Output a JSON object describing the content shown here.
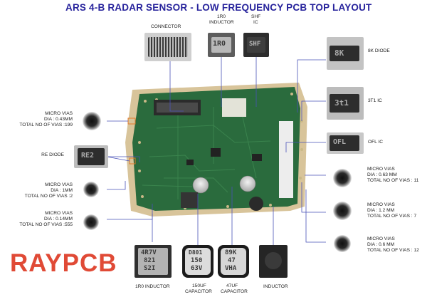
{
  "title": "ARS 4-B RADAR SENSOR - LOW FREQUENCY PCB TOP LAYOUT",
  "logo": "RAYPCB",
  "colors": {
    "title": "#27239c",
    "logo": "#e04a36",
    "pcb": "#2a6b3d",
    "leader": "#4a52b8"
  },
  "top_labels": {
    "connector": "CONNECTOR",
    "inductor_1r0_line1": "1R0",
    "inductor_1r0_line2": "INDUCTOR",
    "shf_line1": "SHF",
    "shf_line2": "IC"
  },
  "chip_markings": {
    "inductor_1r0": "1R0",
    "shf": "SHF",
    "diode_8k": "8K",
    "ic_3t1": "3t1",
    "ic_ofl": "OFL",
    "diode_re": "RE2",
    "bottom_inductor": [
      "4R7V",
      "821",
      "S2I"
    ],
    "capacitor_150uf": [
      "D801",
      "150",
      "63V"
    ],
    "capacitor_47uf": [
      "89K",
      "47",
      "VHA"
    ]
  },
  "right_labels": {
    "diode_8k": "8K DIODE",
    "ic_3t1": "3T1 IC",
    "ic_ofl": "OFL IC",
    "vias_063": [
      "MICRO VIAS",
      "DIA : 0.63 MM",
      "TOTAL NO OF VIAS : 11"
    ],
    "vias_12": [
      "MICRO VIAS",
      "DIA : 1.2 MM",
      "TOTAL NO OF VIAS : 7"
    ],
    "vias_06": [
      "MICRO VIAS",
      "DIA : 0.6 MM",
      "TOTAL NO OF VIAS : 12"
    ]
  },
  "left_labels": {
    "vias_043": [
      "MICRO VIAS",
      "DIA : 0.43MM",
      "TOTAL NO OF VIAS :199"
    ],
    "re_diode": "RE DIODE",
    "vias_1": [
      "MICRO VIAS",
      "DIA : 1MM",
      "TOTAL NO OF VIAS :2"
    ],
    "vias_014": [
      "MICRO VIAS",
      "DIA : 0.14MM",
      "TOTAL NO OF VIAS :555"
    ]
  },
  "bottom_labels": {
    "inductor_1r0": "1R0 INDUCTOR",
    "cap_150": [
      "150UF",
      "CAPACITOR"
    ],
    "cap_47": [
      "47UF",
      "CAPACITOR"
    ],
    "inductor": "INDUCTOR"
  }
}
